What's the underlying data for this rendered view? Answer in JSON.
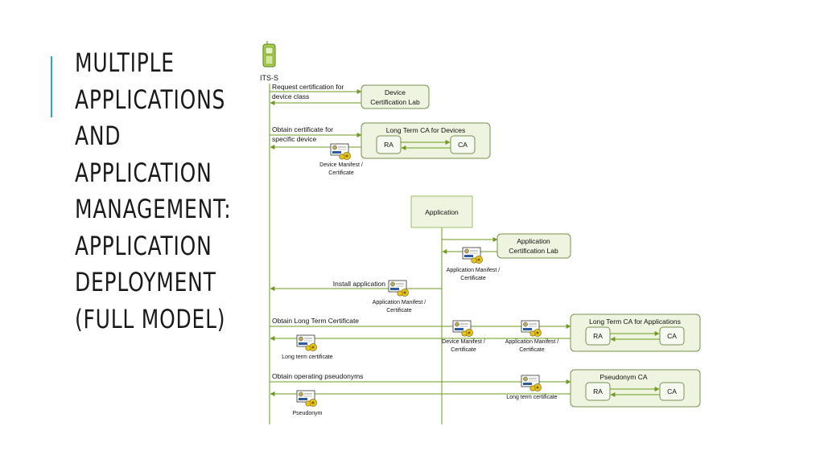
{
  "slide": {
    "title_lines": [
      "MULTIPLE",
      "APPLICATIONS",
      "AND",
      "APPLICATION",
      "MANAGEMENT:",
      "APPLICATION",
      "DEPLOYMENT",
      "(FULL MODEL)"
    ]
  },
  "diagram": {
    "its_label": "ITS-S",
    "request_cert": [
      "Request certification for",
      "device class"
    ],
    "device_cert_lab": [
      "Device",
      "Certification Lab"
    ],
    "obtain_cert": [
      "Obtain certificate for",
      "specific device"
    ],
    "ltca_devices": "Long Term CA for Devices",
    "ra": "RA",
    "ca": "CA",
    "device_manifest": [
      "Device Manifest /",
      "Certificate"
    ],
    "application": "Application",
    "app_cert_lab": [
      "Application",
      "Certification Lab"
    ],
    "app_manifest": [
      "Application Manifest /",
      "Certificate"
    ],
    "install_app": "Install application",
    "obtain_lt_cert": "Obtain Long Term Certificate",
    "ltca_apps": "Long Term CA for Applications",
    "lt_cert_label": "Long term certificate",
    "obtain_pseudonyms": "Obtain operating pseudonyms",
    "pseudonym_ca": "Pseudonym CA",
    "pseudonym": "Pseudonym",
    "colors": {
      "line": "#6f9a1f",
      "box_fill": "#eef4e0",
      "box_stroke": "#7b8f55",
      "accent": "#2aa5c6"
    }
  }
}
